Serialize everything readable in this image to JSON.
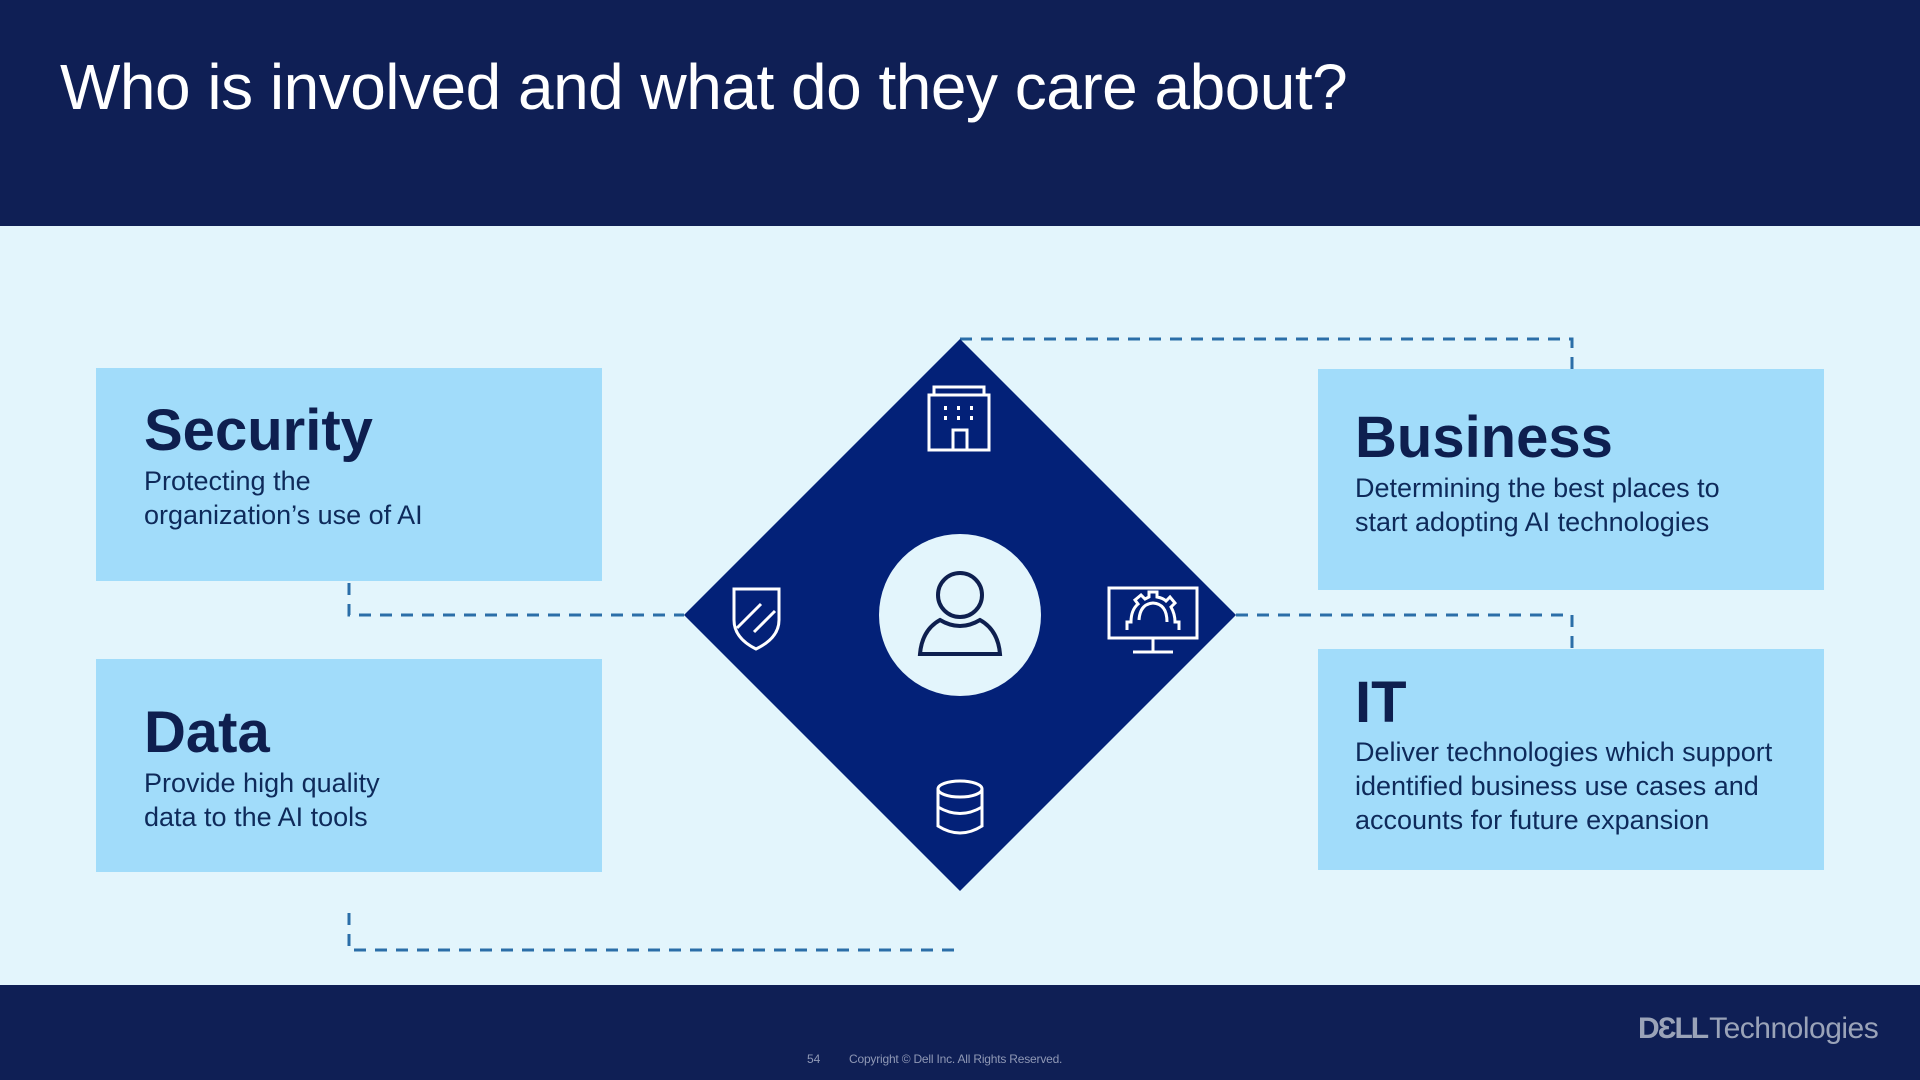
{
  "header": {
    "title": "Who is involved and what do they care about?"
  },
  "diagram": {
    "center_icon": "person-icon",
    "diamond_icons": {
      "top": "building-icon",
      "left": "shield-icon",
      "right": "monitor-gear-icon",
      "bottom": "database-icon"
    },
    "colors": {
      "diamond": "#032178",
      "center_circle": "#e3f5fc",
      "connector": "#2b6ea8",
      "card_bg": "#a1dcfa",
      "text_dark": "#0e1f4f"
    }
  },
  "cards": {
    "security": {
      "title": "Security",
      "line1": "Protecting the",
      "line2": "organization’s use of AI"
    },
    "data": {
      "title": "Data",
      "line1": "Provide high quality",
      "line2": "data to the AI tools"
    },
    "business": {
      "title": "Business",
      "line1": "Determining the best places to",
      "line2": "start adopting AI technologies"
    },
    "it": {
      "title": "IT",
      "line1": "Deliver technologies which support",
      "line2": "identified business use cases and",
      "line3": "accounts for future expansion"
    }
  },
  "footer": {
    "page_number": "54",
    "copyright": "Copyright © Dell Inc. All Rights Reserved.",
    "logo_brand": "DƐLL",
    "logo_suffix": "Technologies"
  }
}
